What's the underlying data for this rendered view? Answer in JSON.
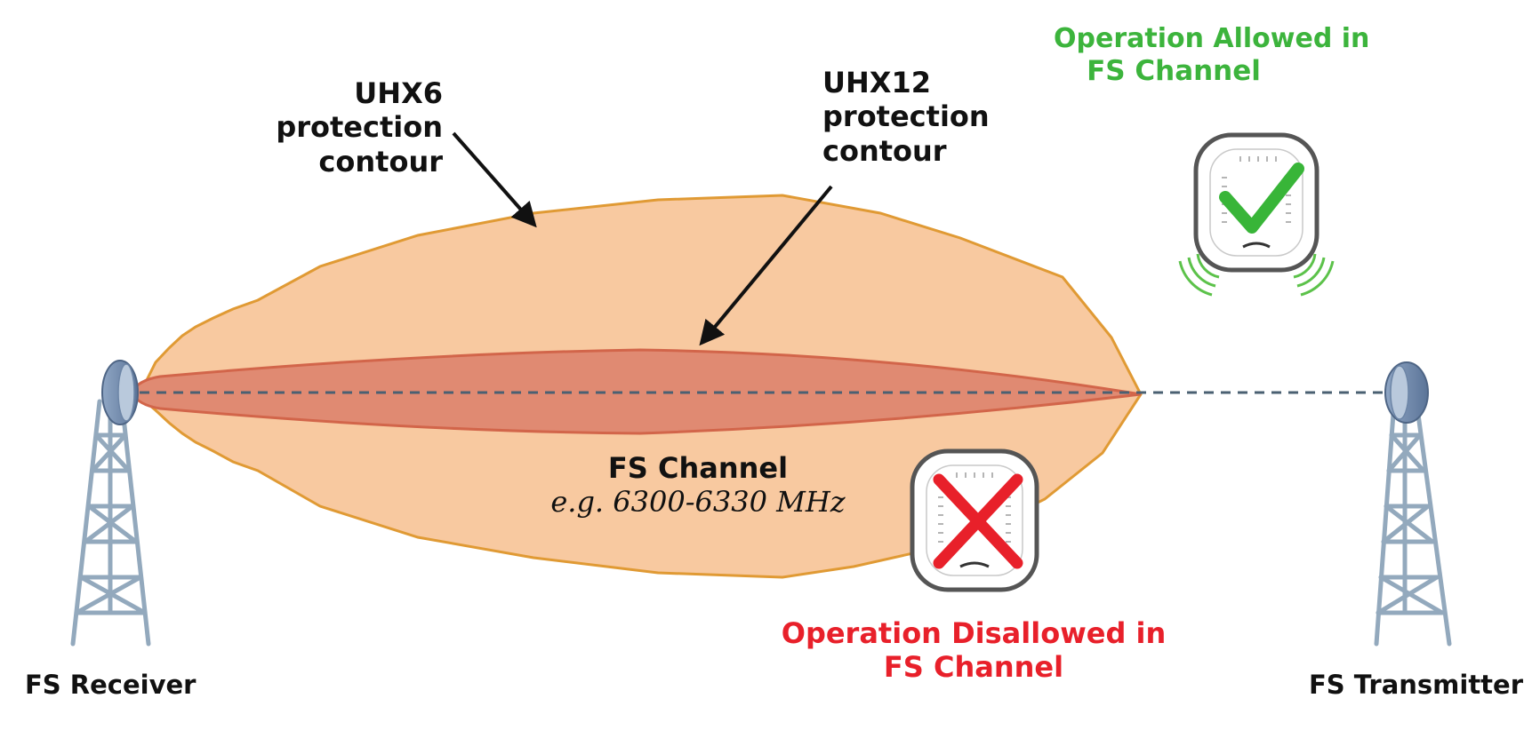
{
  "labels": {
    "uhx6": {
      "line1": "UHX6",
      "line2": "protection",
      "line3": "contour"
    },
    "uhx12": {
      "line1": "UHX12",
      "line2": "protection",
      "line3": "contour"
    },
    "allowed": {
      "line1": "Operation Allowed in",
      "line2": "FS Channel"
    },
    "disallowed": {
      "line1": "Operation Disallowed in",
      "line2": "FS Channel"
    },
    "channel": {
      "title": "FS Channel",
      "subtitle": "e.g. 6300-6330 MHz"
    },
    "receiver": "FS Receiver",
    "transmitter": "FS Transmitter"
  },
  "colors": {
    "uhx6_fill": "#f8c9a0",
    "uhx6_stroke": "#e09a34",
    "uhx12_fill": "#e08a72",
    "uhx12_stroke": "#d2654a",
    "allowed_text": "#3cb43c",
    "disallowed_text": "#e8202a",
    "link_line": "#4a6072",
    "tower": "#93a9bd"
  },
  "icons": {
    "allowed_ap": "access-point-with-checkmark-icon",
    "disallowed_ap": "access-point-with-x-icon",
    "receiver_tower": "antenna-tower-icon",
    "transmitter_tower": "antenna-tower-icon"
  }
}
